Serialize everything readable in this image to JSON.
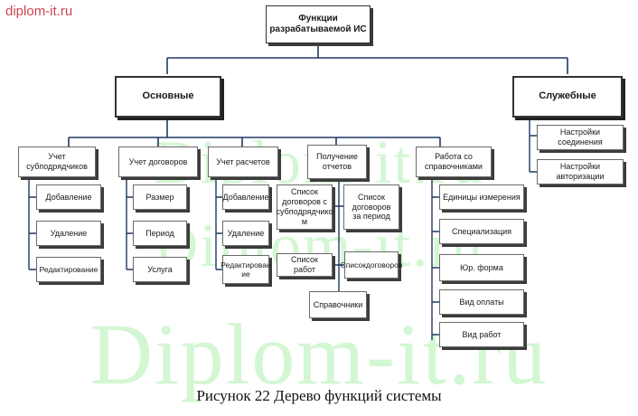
{
  "site_label": "diplom-it.ru",
  "watermark": [
    "Diplom-it.ru",
    "Diplom-it.ru",
    "Diplom-it.ru"
  ],
  "caption": "Рисунок 22 Дерево функций системы",
  "tree": {
    "root": "Функции разрабатываемой ИС",
    "main": {
      "label": "Основные",
      "groups": {
        "contractors": {
          "label": "Учет субподрядчиков",
          "items": [
            "Добавление",
            "Удаление",
            "Редактирование"
          ]
        },
        "contracts": {
          "label": "Учет договоров",
          "items": [
            "Размер",
            "Период",
            "Услуга"
          ]
        },
        "settlements": {
          "label": "Учет расчетов",
          "items": [
            "Добавление",
            "Удаление",
            "Редактирован ие"
          ]
        },
        "reports": {
          "label": "Получение отчетов",
          "items": [
            "Список договоров с субподрядчико м",
            "Список договоров за период",
            "Список работ",
            "Списокдоговоров",
            "Справочники"
          ]
        },
        "references": {
          "label": "Работа со справочниками",
          "items": [
            "Единицы измерения",
            "Специализация",
            "Юр. форма",
            "Вид оплаты",
            "Вид работ"
          ]
        }
      }
    },
    "service": {
      "label": "Служебные",
      "items": [
        "Настройки соединения",
        "Настройки авторизации"
      ]
    }
  }
}
